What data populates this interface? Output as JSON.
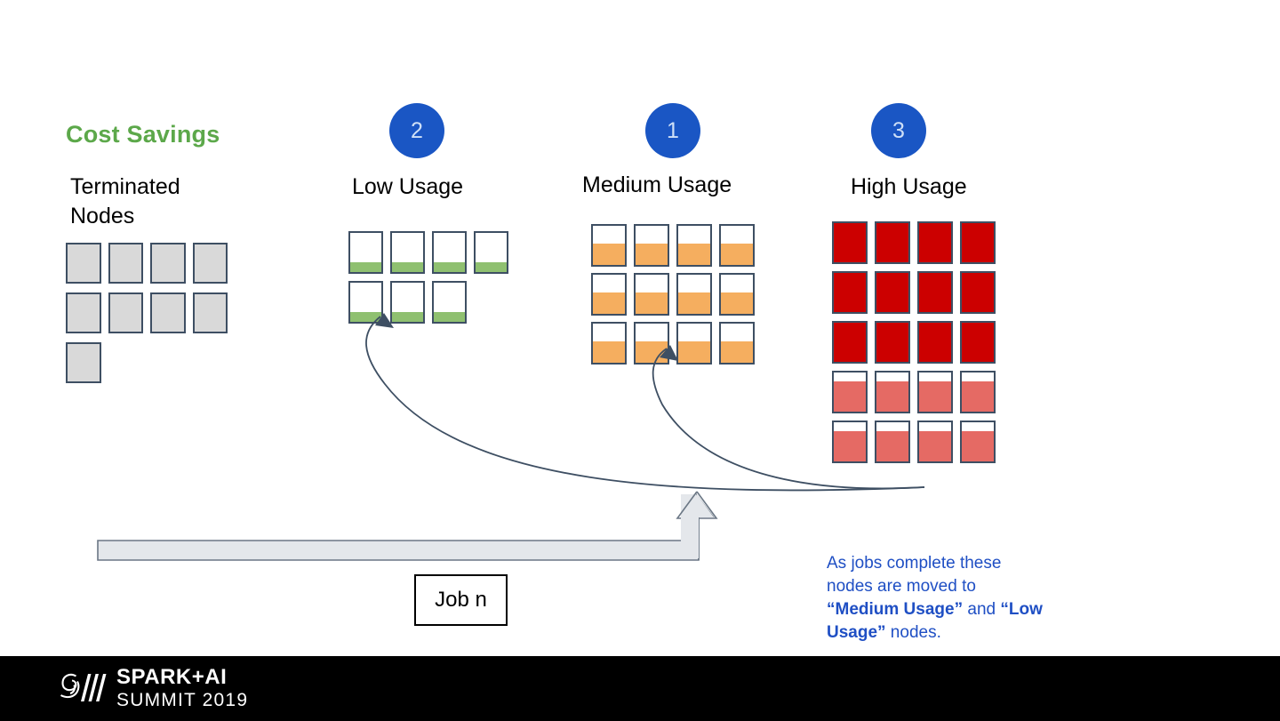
{
  "slide": {
    "background": "#ffffff",
    "heading": "Cost Savings",
    "heading_color": "#5CA84A"
  },
  "columns": {
    "terminated": {
      "label": "Terminated Nodes",
      "badge": null,
      "node_color": "#D9D9D9",
      "border_color": "#3E4F63",
      "rows": [
        4,
        4,
        1
      ],
      "total_nodes": 9,
      "fill_percent": 100,
      "fill_style": "solid-gray"
    },
    "low": {
      "label": "Low Usage",
      "badge": "2",
      "node_color": "#8FC070",
      "border_color": "#3E4F63",
      "rows": [
        4,
        3
      ],
      "total_nodes": 7,
      "fill_percent": 25
    },
    "medium": {
      "label": "Medium Usage",
      "badge": "1",
      "node_color": "#F5AE5F",
      "border_color": "#3E4F63",
      "rows": [
        4,
        4,
        4
      ],
      "total_nodes": 12,
      "fill_percent": 55
    },
    "high": {
      "label": "High Usage",
      "badge": "3",
      "node_color_full": "#CC0000",
      "node_color_partial": "#E56A64",
      "border_color": "#3E4F63",
      "rows_full": [
        4,
        4,
        4
      ],
      "rows_partial": [
        4,
        4
      ],
      "total_nodes": 20,
      "fill_percent_full": 100,
      "fill_percent_partial": 78
    }
  },
  "badge_color": "#1A56C4",
  "badge_text_color": "#CFE0F7",
  "job": {
    "label": "Job n",
    "border_color": "#000000"
  },
  "arrow": {
    "name": "job-feed-arrow",
    "fill": "#E4E7EB",
    "stroke": "#6B7785"
  },
  "connectors": {
    "stroke": "#3E4F63",
    "count": 2,
    "description": "curved arrows from completed jobs back to Low Usage and Medium Usage pools"
  },
  "annotation": {
    "line1": "As jobs complete these",
    "line2": "nodes are moved to",
    "bold1": "“Medium Usage”",
    "mid": " and ",
    "bold2": "“Low Usage”",
    "tail": " nodes.",
    "color": "#1F4FC4"
  },
  "footer": {
    "background": "#000000",
    "logo_line1": "SPARK+AI",
    "logo_line2": "SUMMIT 2019",
    "logo_mark": "spark-summit-logo-icon"
  }
}
